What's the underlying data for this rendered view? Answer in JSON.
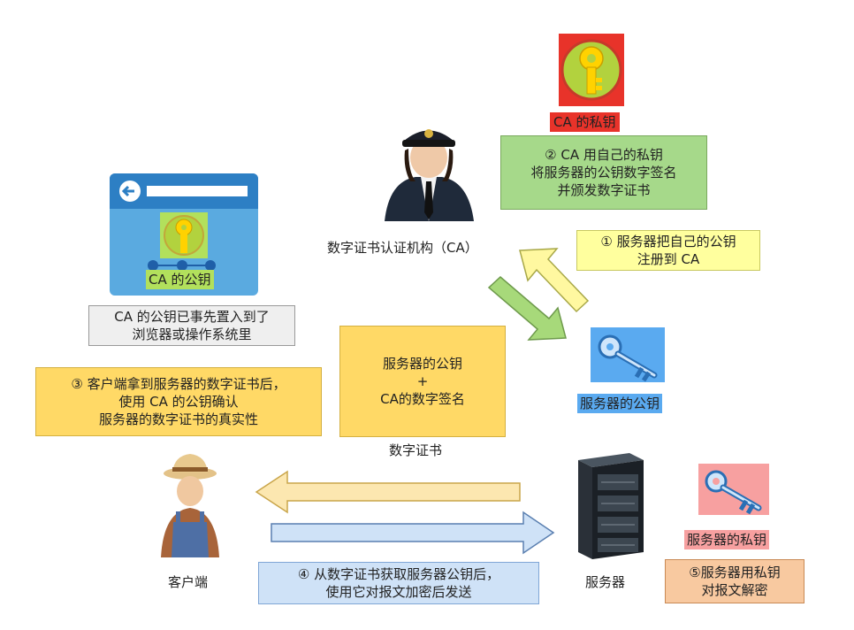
{
  "ca_private_key": {
    "label": "CA 的私钥",
    "icon": "golden-key-icon",
    "label_bg": "#e8332a"
  },
  "step2": {
    "lines": [
      "② CA 用自己的私钥",
      "将服务器的公钥数字签名",
      "并颁发数字证书"
    ],
    "bg": "#a6d98a"
  },
  "ca_authority": {
    "label": "数字证书认证机构（CA）",
    "icon": "pilot-person-icon"
  },
  "step1": {
    "lines": [
      "① 服务器把自己的公钥",
      "注册到 CA"
    ],
    "bg": "#ffff9e"
  },
  "browser": {
    "icon": "browser-window-icon",
    "key_label": "CA 的公钥",
    "caption_lines": [
      "CA 的公钥已事先置入到了",
      "浏览器或操作系统里"
    ]
  },
  "certificate": {
    "lines": [
      "服务器的公钥",
      "+",
      "CA的数字签名"
    ],
    "caption": "数字证书",
    "bg": "#ffd966"
  },
  "step3": {
    "lines": [
      "③ 客户端拿到服务器的数字证书后，",
      "使用 CA 的公钥确认",
      "服务器的数字证书的真实性"
    ],
    "bg": "#ffd966"
  },
  "server_public_key": {
    "label": "服务器的公钥",
    "icon": "blue-key-icon",
    "bg": "#5aaaf0"
  },
  "server_private_key": {
    "label": "服务器的私钥",
    "icon": "blue-key-icon",
    "bg": "#f7a0a0"
  },
  "client": {
    "label": "客户端",
    "icon": "farmer-person-icon"
  },
  "server": {
    "label": "服务器",
    "icon": "server-rack-icon"
  },
  "step4": {
    "lines": [
      "④ 从数字证书获取服务器公钥后，",
      "使用它对报文加密后发送"
    ],
    "bg": "#cfe2f7"
  },
  "step5": {
    "lines": [
      "⑤服务器用私钥",
      "对报文解密"
    ],
    "bg": "#f8c9a0"
  }
}
